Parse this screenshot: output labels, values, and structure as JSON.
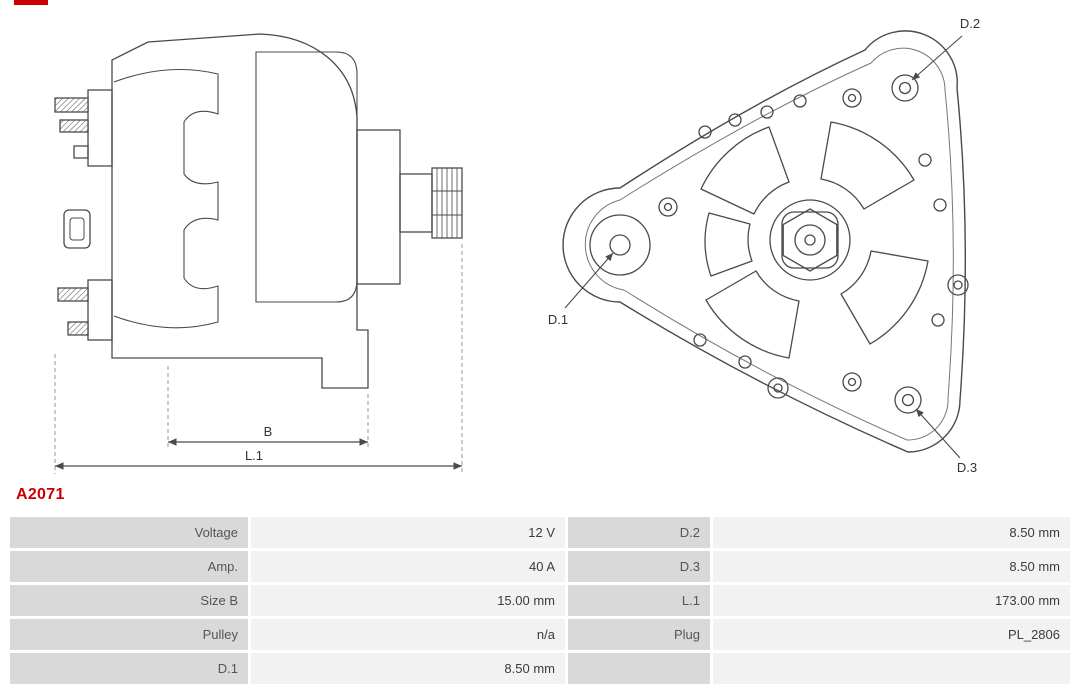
{
  "page": {
    "part_number": "A2071"
  },
  "colors": {
    "accent": "#cc0000",
    "label_cell_bg": "#d9d9d9",
    "value_cell_bg": "#f2f2f2",
    "line_color": "#4a4a4a"
  },
  "drawing_labels": {
    "b": "B",
    "l1": "L.1",
    "d1": "D.1",
    "d2": "D.2",
    "d3": "D.3"
  },
  "spec_table": {
    "rows": [
      {
        "label1": "Voltage",
        "value1": "12 V",
        "label2": "D.2",
        "value2": "8.50 mm"
      },
      {
        "label1": "Amp.",
        "value1": "40 A",
        "label2": "D.3",
        "value2": "8.50 mm"
      },
      {
        "label1": "Size B",
        "value1": "15.00 mm",
        "label2": "L.1",
        "value2": "173.00 mm"
      },
      {
        "label1": "Pulley",
        "value1": "n/a",
        "label2": "Plug",
        "value2": "PL_2806"
      },
      {
        "label1": "D.1",
        "value1": "8.50 mm",
        "label2": "",
        "value2": ""
      }
    ]
  }
}
